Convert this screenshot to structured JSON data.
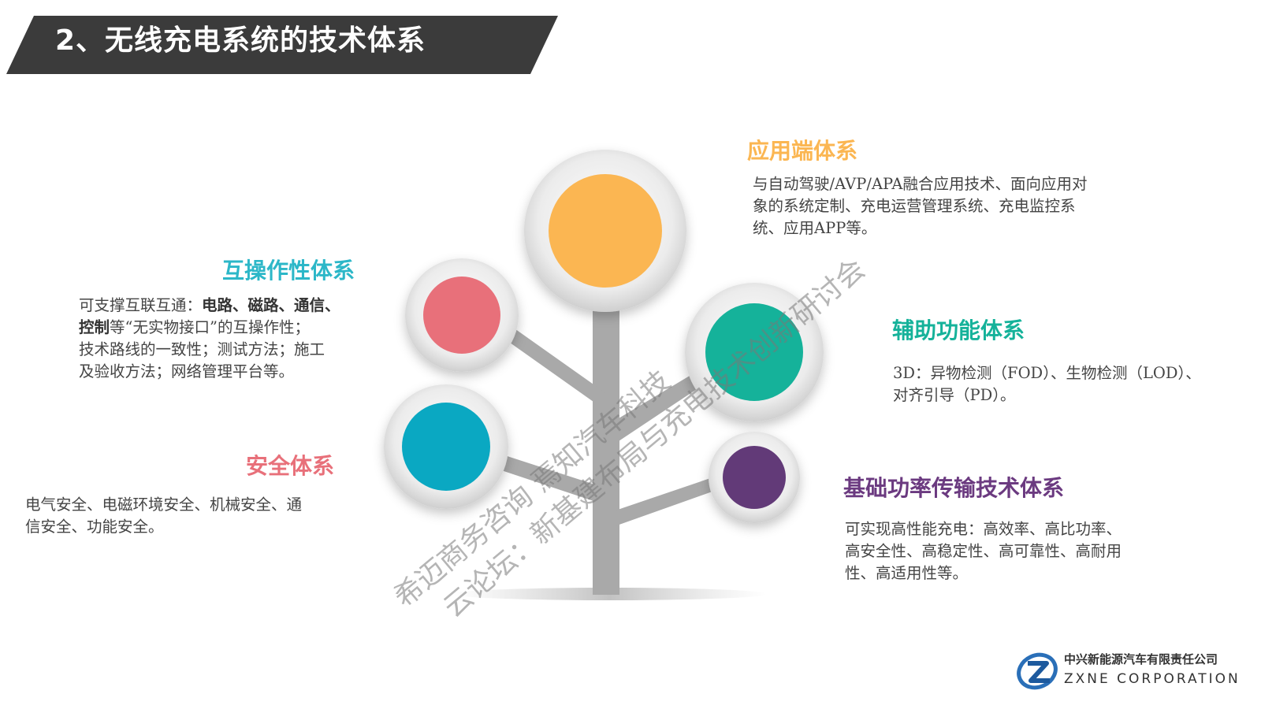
{
  "title": "2、无线充电系统的技术体系",
  "colors": {
    "banner": "#3b3b3b",
    "app": "#fbb652",
    "interop": "#2cb7c8",
    "aux": "#15b29a",
    "safety": "#e8707a",
    "power": "#6b3a80",
    "tree": "#a9a9a9"
  },
  "app": {
    "heading": "应用端体系",
    "lines": [
      "与自动驾驶/AVP/APA融合应用技术、面向应用对",
      "象的系统定制、充电运营管理系统、充电监控系",
      "统、应用APP等。"
    ]
  },
  "interop": {
    "heading": "互操作性体系",
    "line1_prefix": "可支撑互联互通：",
    "line1_bold": "电路、磁路、通信、",
    "line2_bold": "控制",
    "line2_rest": "等“无实物接口”的互操作性；",
    "line3": "技术路线的一致性；测试方法；施工",
    "line4": "及验收方法；网络管理平台等。"
  },
  "aux": {
    "heading": "辅助功能体系",
    "lines": [
      "3D：异物检测（FOD）、生物检测（LOD）、",
      "对齐引导（PD）。"
    ]
  },
  "safety": {
    "heading": "安全体系",
    "lines": [
      "电气安全、电磁环境安全、机械安全、通",
      "信安全、功能安全。"
    ]
  },
  "power": {
    "heading": "基础功率传输技术体系",
    "lines": [
      "可实现高性能充电：高效率、高比功率、",
      "高安全性、高稳定性、高可靠性、高耐用",
      "性、高适用性等。"
    ]
  },
  "watermark": {
    "line1": "希迈商务咨询 焉知汽车科技",
    "line2": "云论坛：新基建布局与充电技术创新研讨会"
  },
  "logo": {
    "cn": "中兴新能源汽车有限责任公司",
    "en": "ZXNE CORPORATION"
  }
}
